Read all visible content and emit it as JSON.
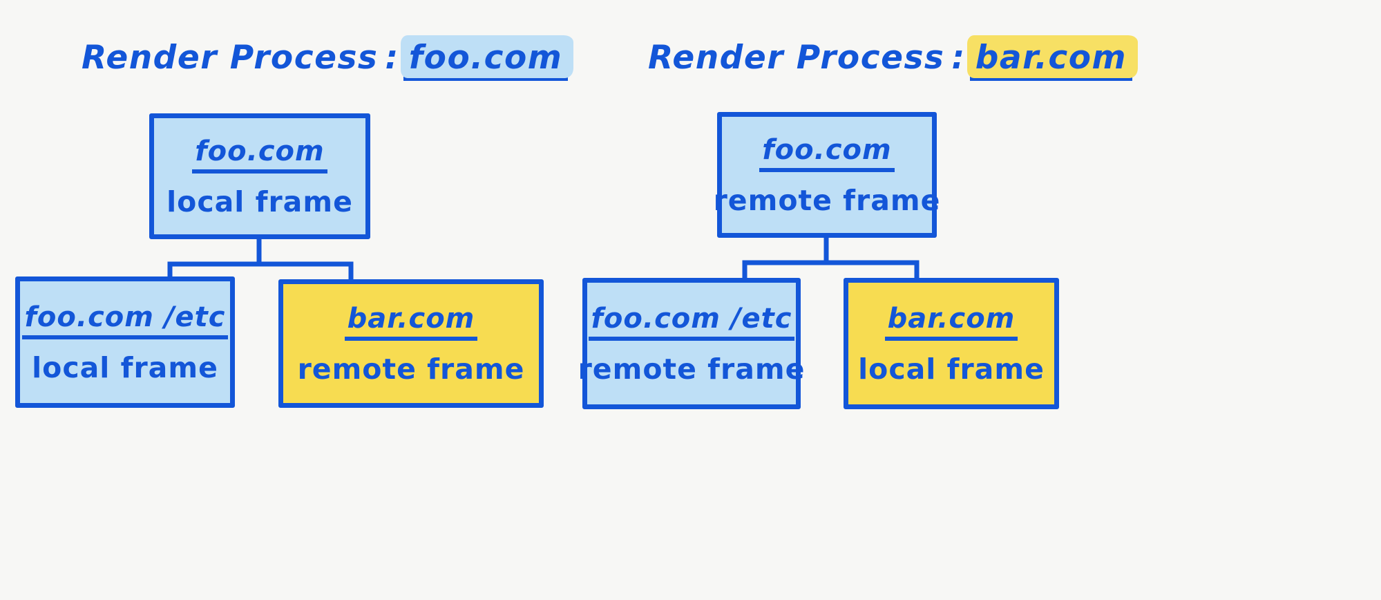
{
  "background_color": "#f7f7f5",
  "stroke_color": "#1356d8",
  "fill_blue": "#bedff6",
  "fill_yellow": "#f7dc51",
  "panels": [
    {
      "id": "left",
      "title": {
        "label": "Render Process",
        "separator": ":",
        "domain": "foo.com",
        "highlight": "blue"
      },
      "root": {
        "url": "foo.com",
        "kind": "local frame",
        "color": "blue"
      },
      "children": [
        {
          "url": "foo.com /etc",
          "kind": "local frame",
          "color": "blue"
        },
        {
          "url": "bar.com",
          "kind": "remote frame",
          "color": "yellow"
        }
      ]
    },
    {
      "id": "right",
      "title": {
        "label": "Render Process",
        "separator": ":",
        "domain": "bar.com",
        "highlight": "yellow"
      },
      "root": {
        "url": "foo.com",
        "kind": "remote frame",
        "color": "blue"
      },
      "children": [
        {
          "url": "foo.com /etc",
          "kind": "remote frame",
          "color": "blue"
        },
        {
          "url": "bar.com",
          "kind": "local frame",
          "color": "yellow"
        }
      ]
    }
  ]
}
